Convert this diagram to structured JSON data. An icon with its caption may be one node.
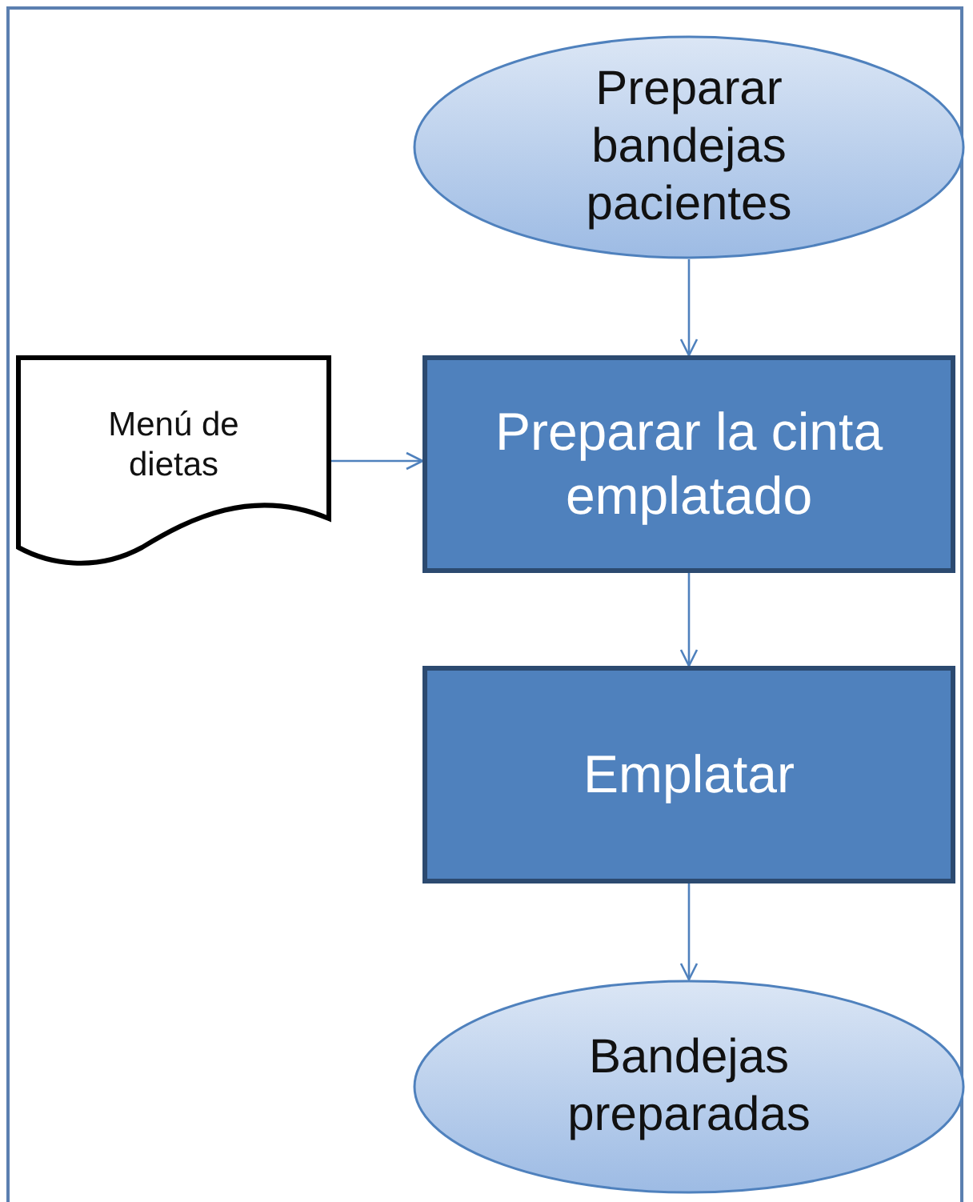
{
  "diagram": {
    "nodes": [
      {
        "text": [
          "Preparar bandejas pacientes"
        ]
      },
      {
        "text": [
          "Menú de dietas"
        ]
      },
      {
        "text": [
          "Preparar la cinta emplatado"
        ]
      },
      {
        "text": [
          "Emplatar"
        ]
      },
      {
        "text": [
          "Bandejas preparadas"
        ]
      }
    ],
    "edges": [
      {
        "from": 0,
        "to": 2,
        "arrow": "to"
      },
      {
        "from": 1,
        "to": 2,
        "arrow": "to"
      },
      {
        "from": 2,
        "to": 3,
        "arrow": "to"
      },
      {
        "from": 3,
        "to": 4,
        "arrow": "to"
      }
    ]
  }
}
